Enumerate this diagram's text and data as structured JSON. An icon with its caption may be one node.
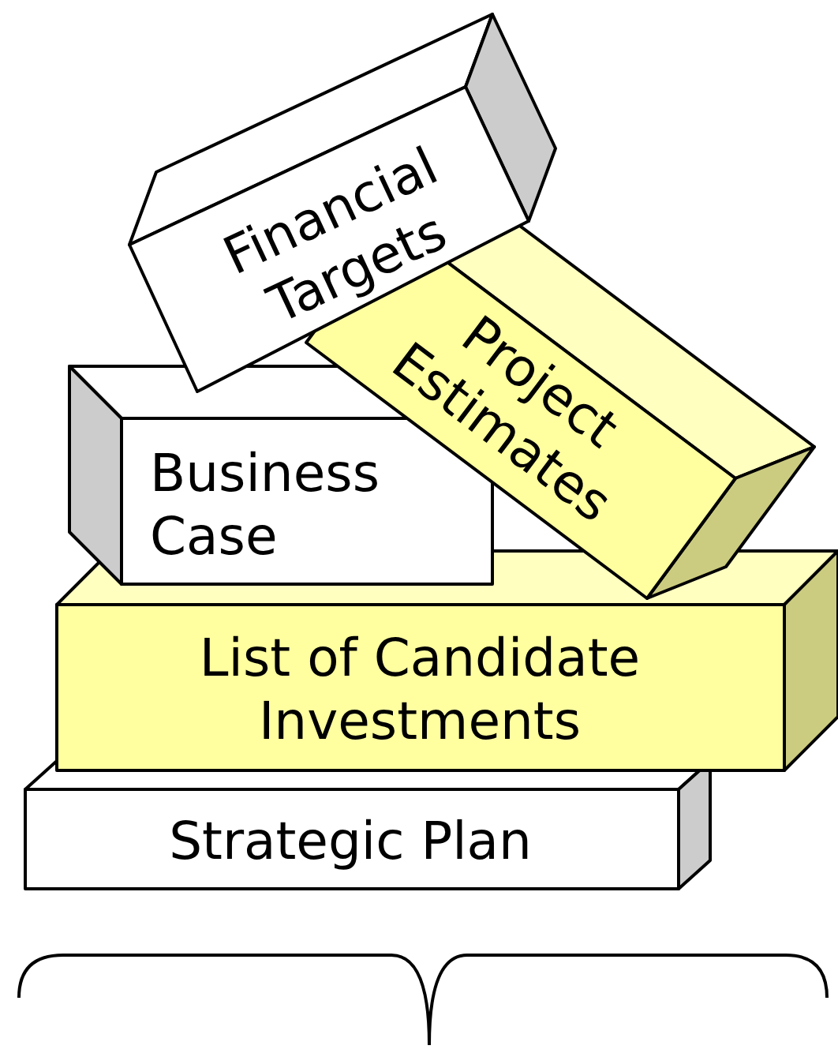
{
  "diagram": {
    "nodes": [
      {
        "text": [
          "Financial Targets"
        ]
      },
      {
        "text": [
          "Project Estimates"
        ]
      },
      {
        "text": [
          "Business Case"
        ]
      },
      {
        "text": [
          "List of Candidate Investments"
        ]
      },
      {
        "text": [
          "Strategic Plan"
        ]
      }
    ]
  }
}
